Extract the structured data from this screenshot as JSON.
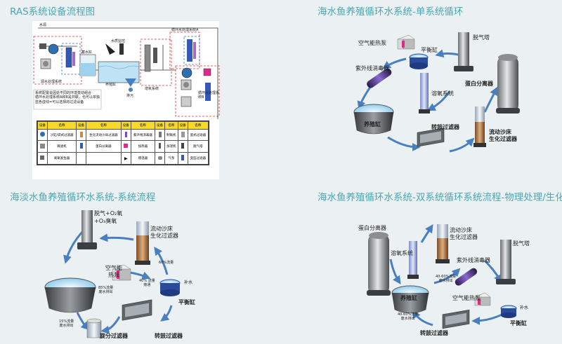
{
  "panels": {
    "tl": {
      "title": "RAS系统设备流程图",
      "labels": {
        "water_source": "水源",
        "feed_tank": "蓄水缸",
        "water_control": "水质监控",
        "culture_tank": "养殖缸",
        "source_treatment": "源水处理系统",
        "drain": "排污",
        "sludge": "增氧系统",
        "circ_a": "循环水处理系统A",
        "circ_b": "循环水处理系统B",
        "note": "系统配置会因处不同的环境变动组合\n循环水处理系统A和B是并联，也可以单独\n蓝色虚线=可以选择的过滤设备"
      },
      "legend": {
        "header": [
          "设备",
          "名称",
          "设备",
          "名称",
          "设备",
          "名称",
          "设备",
          "名称"
        ],
        "rows": [
          [
            "",
            "沙缸/袋式过滤器",
            "",
            "生化流动沙床过滤器",
            "",
            "紫外线消毒器",
            "",
            "制氧机",
            "",
            "蛋式过滤器"
          ],
          [
            "",
            "微滤机",
            "",
            "蛋白分离器",
            "",
            "加热器",
            "",
            "加湿机",
            "",
            "脱气塔"
          ],
          [
            "",
            "离氧发生器",
            "",
            "",
            "",
            "增温器",
            "",
            "气泵",
            "",
            "变压过滤器"
          ]
        ]
      }
    },
    "tr": {
      "title": "海水鱼养殖循环水系统-单系统循环",
      "labels": {
        "degassing": "脱气塔",
        "air_pump": "空气能热泵",
        "balance": "平衡缸",
        "uv": "紫外线消毒器",
        "ozone": "溶氧系统",
        "skimmer": "蛋白分离器",
        "culture": "养殖缸",
        "drum": "转鼓过滤器",
        "fluid_bed": "流动沙床\n生化过滤器"
      }
    },
    "bl": {
      "title": "海淡水鱼养殖循环水系统-系统流程",
      "labels": {
        "degas": "脱气+O₂氧\n+O₃臭氧",
        "fluid_bed": "流动沙床\n生化过滤器",
        "air_pump": "空气能\n热泵",
        "balance": "平衡缸",
        "makeup": "补水",
        "swirl": "旋分过滤器",
        "drum": "转鼓过滤器",
        "flow60": "60%流量",
        "flow40": "40% 流量\n旁通",
        "flow85": "85%流量\n废水排出",
        "flow15": "15%流量\n废水排出"
      }
    },
    "br": {
      "title": "海水鱼养殖循环水系统-双系统循环系统流程-物理处理/生化处理",
      "labels": {
        "skimmer": "蛋白分离器",
        "fluid_bed": "流动沙床\n生化过滤器",
        "ozone": "溶氧系统",
        "uv": "紫外线消毒器",
        "degas": "脱气塔",
        "culture": "养殖缸",
        "air_pump": "空气能热泵",
        "drum": "转鼓过滤器",
        "balance": "平衡缸",
        "makeup": "补水",
        "flow1": "40-60%流量\n废水排出",
        "flow2": "40-60%流量\n废水排出"
      }
    }
  },
  "colors": {
    "title": "#4aa7b3",
    "arrow": "#4a7fbf",
    "dash_red": "#d33",
    "dash_blue": "#3a6fd0",
    "background": "#ebf1f2"
  }
}
